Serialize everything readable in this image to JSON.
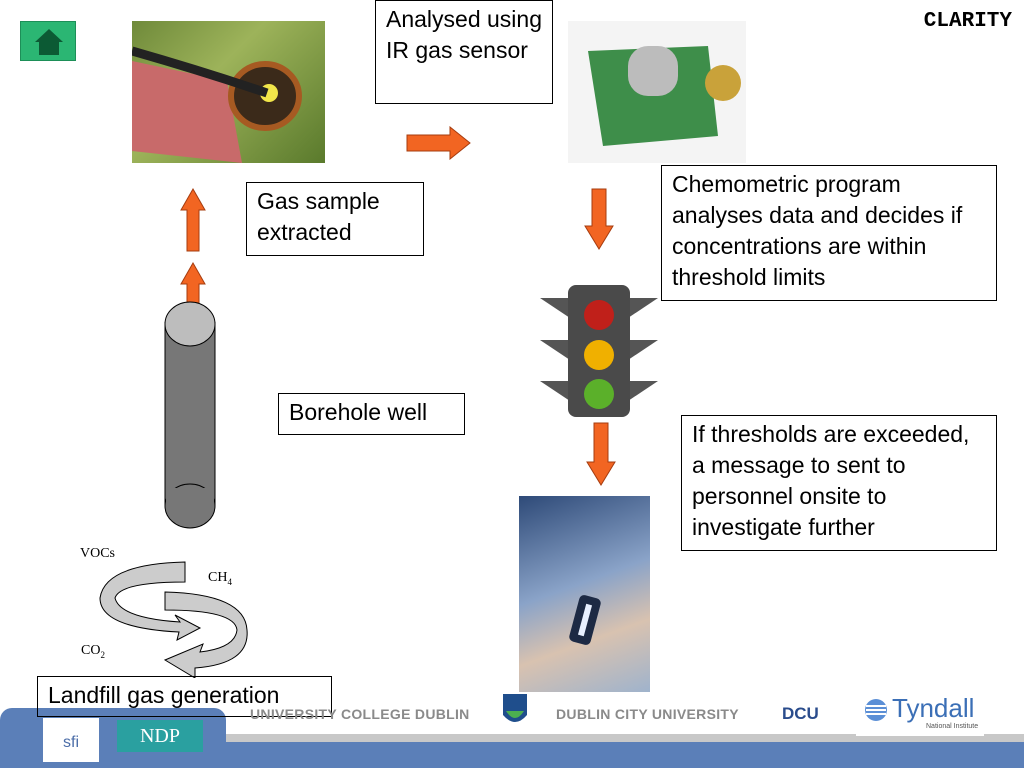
{
  "header": {
    "title": "CLARITY",
    "home_icon": "home-icon"
  },
  "steps": {
    "analysed": "Analysed using IR gas sensor",
    "gas_sample": "Gas sample extracted",
    "chemometric": "Chemometric program analyses data and decides if concentrations are within threshold limits",
    "borehole": "Borehole well",
    "thresholds": "If thresholds are exceeded, a message to sent to personnel onsite to investigate further",
    "landfill": "Landfill gas generation"
  },
  "cycle": {
    "vocs": "VOCs",
    "ch4": "CH",
    "ch4_sub": "4",
    "co2": "CO",
    "co2_sub": "2"
  },
  "footer": {
    "ucd": "UNIVERSITY COLLEGE DUBLIN",
    "dcu": "DUBLIN CITY UNIVERSITY",
    "dcu_logo": "DCU",
    "tyndall": "Tyndall",
    "tyndall_sub": "National Institute",
    "sfi": "sfi",
    "ndp": "NDP"
  },
  "colors": {
    "arrow": "#f26522",
    "home": "#2bb673",
    "footer_blue": "#5b7fb8"
  }
}
